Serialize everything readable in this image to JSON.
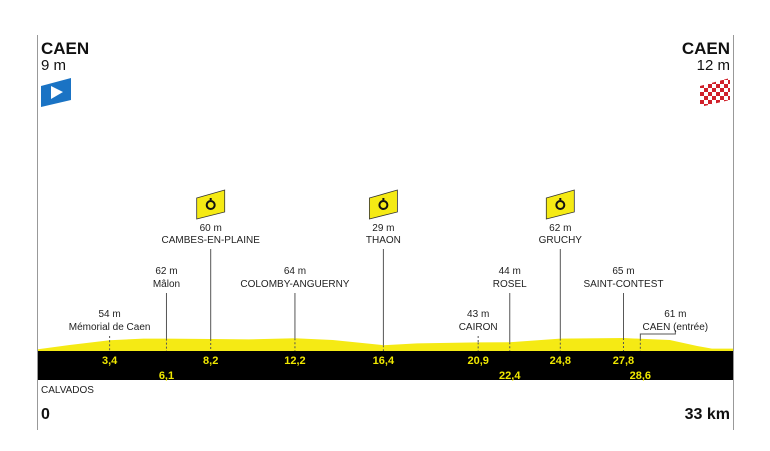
{
  "chart_data": {
    "type": "area",
    "title": "",
    "xlabel": "km",
    "ylabel": "m",
    "xlim": [
      0,
      33
    ],
    "start": {
      "city": "CAEN",
      "elevation": "9 m",
      "icon": "start-flag-icon"
    },
    "finish": {
      "city": "CAEN",
      "elevation": "12 m",
      "icon": "finish-flag-icon"
    },
    "distance_start_label": "0",
    "distance_end_label": "33 km",
    "region": "CALVADOS",
    "profile": [
      [
        0,
        9
      ],
      [
        1.5,
        30
      ],
      [
        3.4,
        54
      ],
      [
        5,
        62
      ],
      [
        6.1,
        62
      ],
      [
        8.2,
        60
      ],
      [
        10,
        58
      ],
      [
        12.2,
        64
      ],
      [
        14,
        55
      ],
      [
        16.4,
        29
      ],
      [
        18,
        38
      ],
      [
        20.9,
        43
      ],
      [
        22.4,
        44
      ],
      [
        24.8,
        62
      ],
      [
        26,
        63
      ],
      [
        27.8,
        65
      ],
      [
        28.6,
        61
      ],
      [
        30,
        55
      ],
      [
        31.3,
        25
      ],
      [
        32,
        12
      ],
      [
        33,
        12
      ]
    ],
    "points": [
      {
        "km": 3.4,
        "km_label": "3,4",
        "elevation": "54 m",
        "name": "Mémorial de Caen",
        "level": 3,
        "sprint": false,
        "km_row": 0
      },
      {
        "km": 6.1,
        "km_label": "6,1",
        "elevation": "62 m",
        "name": "Mâlon",
        "level": 2,
        "sprint": false,
        "km_row": 1
      },
      {
        "km": 8.2,
        "km_label": "8,2",
        "elevation": "60 m",
        "name": "CAMBES-EN-PLAINE",
        "level": 1,
        "sprint": true,
        "km_row": 0
      },
      {
        "km": 12.2,
        "km_label": "12,2",
        "elevation": "64 m",
        "name": "COLOMBY-ANGUERNY",
        "level": 2,
        "sprint": false,
        "km_row": 0
      },
      {
        "km": 16.4,
        "km_label": "16,4",
        "elevation": "29 m",
        "name": "THAON",
        "level": 1,
        "sprint": true,
        "km_row": 0
      },
      {
        "km": 20.9,
        "km_label": "20,9",
        "elevation": "43 m",
        "name": "CAIRON",
        "level": 3,
        "sprint": false,
        "km_row": 0
      },
      {
        "km": 22.4,
        "km_label": "22,4",
        "elevation": "44 m",
        "name": "ROSEL",
        "level": 2,
        "sprint": false,
        "km_row": 1
      },
      {
        "km": 24.8,
        "km_label": "24,8",
        "elevation": "62 m",
        "name": "GRUCHY",
        "level": 1,
        "sprint": true,
        "km_row": 0
      },
      {
        "km": 27.8,
        "km_label": "27,8",
        "elevation": "65 m",
        "name": "SAINT-CONTEST",
        "level": 2,
        "sprint": false,
        "km_row": 0
      },
      {
        "km": 28.6,
        "km_label": "28,6",
        "elevation": "61 m",
        "name": "CAEN (entrée)",
        "level": 3,
        "sprint": false,
        "km_row": 1,
        "offset_label": true
      }
    ],
    "colors": {
      "profile": "#f5ea14",
      "band": "#000000",
      "km_text": "#f0e800",
      "start_flag": "#1a73c4",
      "finish_flag": "#d0202a",
      "frame": "#999999"
    }
  }
}
